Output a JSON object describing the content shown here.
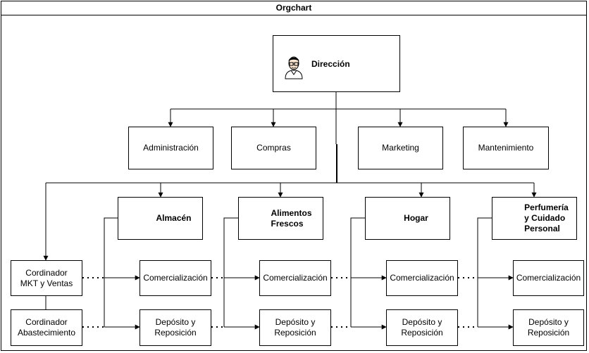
{
  "title": "Orgchart",
  "root": {
    "label": "Dirección",
    "icon": "person-icon"
  },
  "departments": [
    {
      "id": "administracion",
      "label": "Administración"
    },
    {
      "id": "compras",
      "label": "Compras"
    },
    {
      "id": "marketing",
      "label": "Marketing"
    },
    {
      "id": "mantenimiento",
      "label": "Mantenimiento"
    }
  ],
  "areas": [
    {
      "id": "almacen",
      "label": "Almacén"
    },
    {
      "id": "alimentos-frescos",
      "label": "Alimentos\nFrescos"
    },
    {
      "id": "hogar",
      "label": "Hogar"
    },
    {
      "id": "perfumeria",
      "label": "Perfumería\ny Cuidado\nPersonal"
    }
  ],
  "coordinators": [
    {
      "id": "mkt",
      "label": "Cordinador\nMKT y Ventas"
    },
    {
      "id": "abastecimiento",
      "label": "Cordinador\nAbastecimiento"
    }
  ],
  "subunits": {
    "comercializacion": "Comercialización",
    "deposito": "Depósito y\nReposición"
  },
  "colors": {
    "line": "#000000",
    "background": "#ffffff"
  }
}
